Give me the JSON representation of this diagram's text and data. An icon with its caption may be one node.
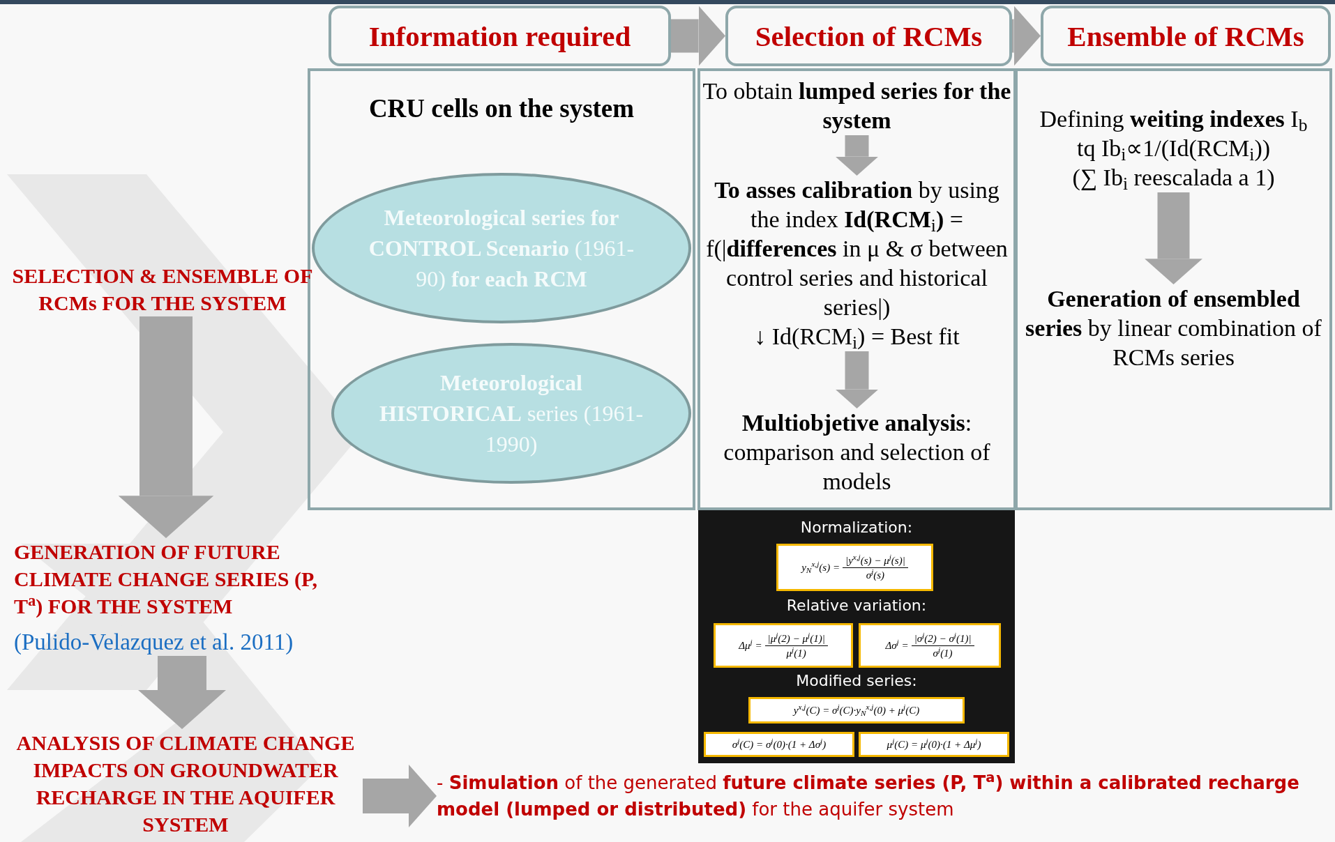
{
  "diagram": {
    "nodes": [
      {
        "text": [
          "Information required"
        ]
      },
      {
        "text": [
          "Selection of RCMs"
        ]
      },
      {
        "text": [
          "Ensemble of RCMs"
        ]
      },
      {
        "text": [
          "CRU cells on the system"
        ]
      },
      {
        "text": [
          "**Meteorological series for CONTROL Scenario** (1961-90) **for each RCM**"
        ],
        "in": 3
      },
      {
        "text": [
          "**Meteorological HISTORICAL** series (1961-1990)"
        ],
        "in": 3
      },
      {
        "text": [],
        "shape": "box"
      },
      {
        "text": [
          "To obtain **lumped series for the system**"
        ],
        "in": 6
      },
      {
        "text": [
          "**To asses calibration** by using the index **Id(RCM**$_{i}$**)** = f(|**differences** in μ & σ between control series and historical series|)",
          "↓ Id(RCM$_{i}$) = Best fit"
        ],
        "in": 6
      },
      {
        "text": [
          "**Multiobjetive analysis**: comparison and selection of models"
        ],
        "in": 6
      },
      {
        "text": [],
        "shape": "box"
      },
      {
        "text": [
          "Defining **weiting indexes** I$_{b}$",
          "tq Ib$_{i}$∝1/(Id(RCM$_{i}$))",
          "(∑ Ib$_{i}$ reescalada a 1)"
        ],
        "in": 10
      },
      {
        "text": [
          "**Generation of ensembled series** by linear combination of RCMs series"
        ],
        "in": 10
      },
      {
        "text": [
          "Normalization:",
          "Relative variation:",
          "Modified series:"
        ]
      },
      {
        "text": [
          "y$_{N}$$^{x,j}$(s) =",
          "|y$^{x,j}$(s) − μ$^{j}$(s)|",
          "σ$^{j}$(s)"
        ],
        "in": 13
      },
      {
        "text": [
          "Δμ$^{j}$ =",
          "|μ$^{j}$(2) − μ$^{j}$(1)|",
          "μ$^{j}$(1)"
        ],
        "in": 13
      },
      {
        "text": [
          "Δσ$^{j}$ =",
          "|σ$^{j}$(2) − σ$^{j}$(1)|",
          "σ$^{j}$(1)"
        ],
        "in": 13
      },
      {
        "text": [
          "y$^{x,j}$(C) = σ$^{j}$(C)·y$_{N}$$^{x,j}$(0) + μ$^{j}$(C)"
        ],
        "in": 13
      },
      {
        "text": [
          "σ$^{j}$(C) = σ$^{j}$(0)·(1 + Δσ$^{j}$)"
        ],
        "in": 13
      },
      {
        "text": [
          "μ$^{j}$(C) = μ$^{j}$(0)·(1 + Δμ$^{j}$)"
        ],
        "in": 13
      },
      {
        "text": [
          "SELECTION & ENSEMBLE OF RCMs FOR THE SYSTEM"
        ]
      },
      {
        "text": [
          "GENERATION OF FUTURE CLIMATE CHANGE SERIES (P, T$^{a}$) FOR THE SYSTEM"
        ],
        "beside": [
          "(Pulido-Velazquez et al. 2011)"
        ]
      },
      {
        "text": [
          "ANALYSIS OF CLIMATE CHANGE IMPACTS ON GROUNDWATER RECHARGE IN THE AQUIFER SYSTEM"
        ]
      },
      {
        "text": [
          "- **Simulation** of the generated **future climate series (P, T$^{a}$) within a calibrated recharge model (lumped or distributed)** for the aquifer system"
        ]
      }
    ],
    "edges": [
      {
        "from": 0,
        "to": 1,
        "arrow": "to"
      },
      {
        "from": 1,
        "to": 2,
        "arrow": "to"
      },
      {
        "from": 7,
        "to": 8,
        "arrow": "to"
      },
      {
        "from": 8,
        "to": 9,
        "arrow": "to"
      },
      {
        "from": 11,
        "to": 12,
        "arrow": "to"
      },
      {
        "from": 20,
        "to": 21,
        "arrow": "to"
      },
      {
        "from": 21,
        "to": 22,
        "arrow": "to"
      },
      {
        "from": 22,
        "to": 23,
        "arrow": "to"
      }
    ]
  }
}
